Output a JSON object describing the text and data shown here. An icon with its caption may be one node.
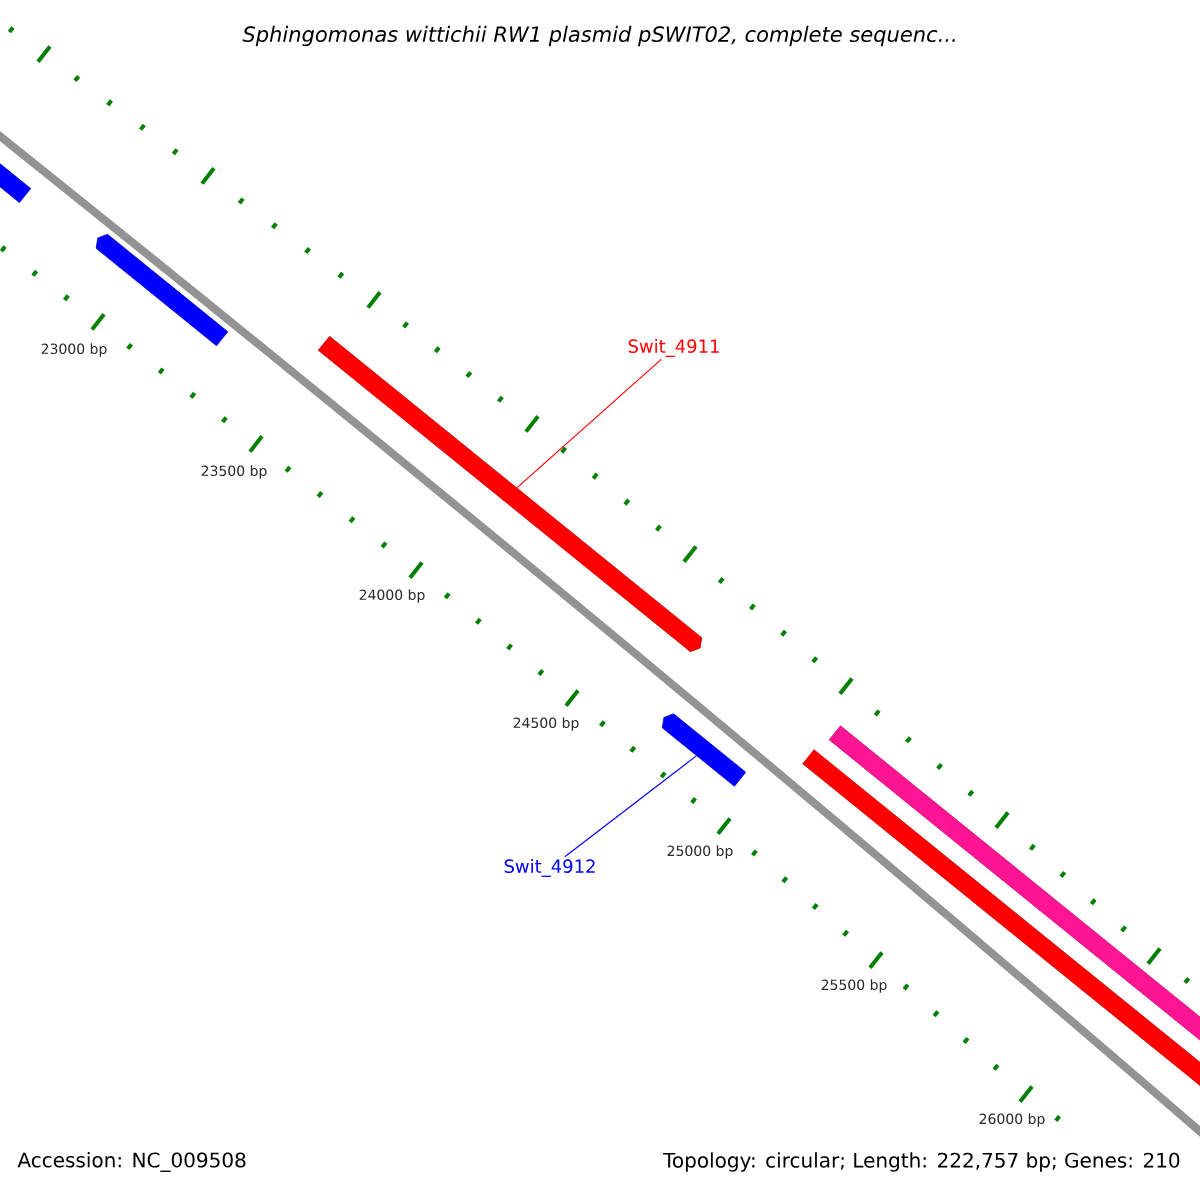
{
  "diagram": {
    "title": "*Sphingomonas wittichii* RW1 plasmid pSWIT02, complete sequenc...",
    "nodes": [
      {
        "text": [],
        "shape": "bar"
      },
      {
        "text": [],
        "shape": "bar"
      },
      {
        "text": [],
        "shape": "bar"
      },
      {
        "text": [
          "Swit_4911"
        ]
      },
      {
        "text": [],
        "shape": "bar"
      },
      {
        "text": [
          "Swit_4912"
        ]
      },
      {
        "text": [],
        "shape": "bar"
      },
      {
        "text": [],
        "shape": "bar"
      }
    ],
    "edges": [
      {
        "from": 3,
        "to": 2,
        "arrow": "none",
        "color": "#ff0000"
      },
      {
        "from": 5,
        "to": 4,
        "arrow": "none",
        "color": "#0000ff"
      }
    ],
    "labels": [
      "23000 bp",
      "23500 bp",
      "24000 bp",
      "24500 bp",
      "25000 bp",
      "25500 bp",
      "26000 bp",
      "Accession: NC_009508",
      "Topology: circular; Length: 222,757 bp; Genes: 210"
    ]
  }
}
